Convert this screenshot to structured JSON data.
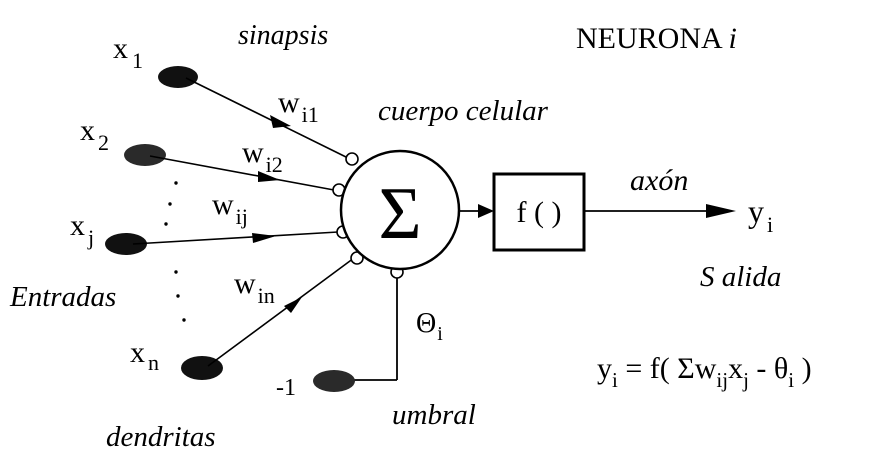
{
  "title": {
    "main": "NEURONA",
    "index": "i"
  },
  "labels": {
    "synapse": "sinapsis",
    "cell_body": "cuerpo celular",
    "axon": "axón",
    "output_caption": "S alida",
    "inputs_caption": "Entradas",
    "dendrites": "dendritas",
    "threshold_caption": "umbral"
  },
  "summation_symbol": "Σ",
  "activation": "f ( )",
  "inputs": [
    {
      "base": "x",
      "sub": "1",
      "weight_base": "w",
      "weight_sub": "i1"
    },
    {
      "base": "x",
      "sub": "2",
      "weight_base": "w",
      "weight_sub": "i2"
    },
    {
      "base": "x",
      "sub": "j",
      "weight_base": "w",
      "weight_sub": "ij"
    },
    {
      "base": "x",
      "sub": "n",
      "weight_base": "w",
      "weight_sub": "in"
    }
  ],
  "bias": {
    "value": "-1",
    "theta": "Θ",
    "theta_sub": "i"
  },
  "output": {
    "base": "y",
    "sub": "i"
  },
  "formula": {
    "lhs": "y",
    "lhs_sub": "i",
    "eq": " = f(  ",
    "sigma": "Σ",
    "w": "w",
    "w_sub": "ij",
    "x": "x",
    "x_sub": "j",
    "minus": " - ",
    "theta": "θ",
    "theta_sub": "i",
    "close": "  )"
  },
  "colors": {
    "ink": "#000000",
    "node_fill": "#111111",
    "node_gray": "#2a2a2a"
  }
}
